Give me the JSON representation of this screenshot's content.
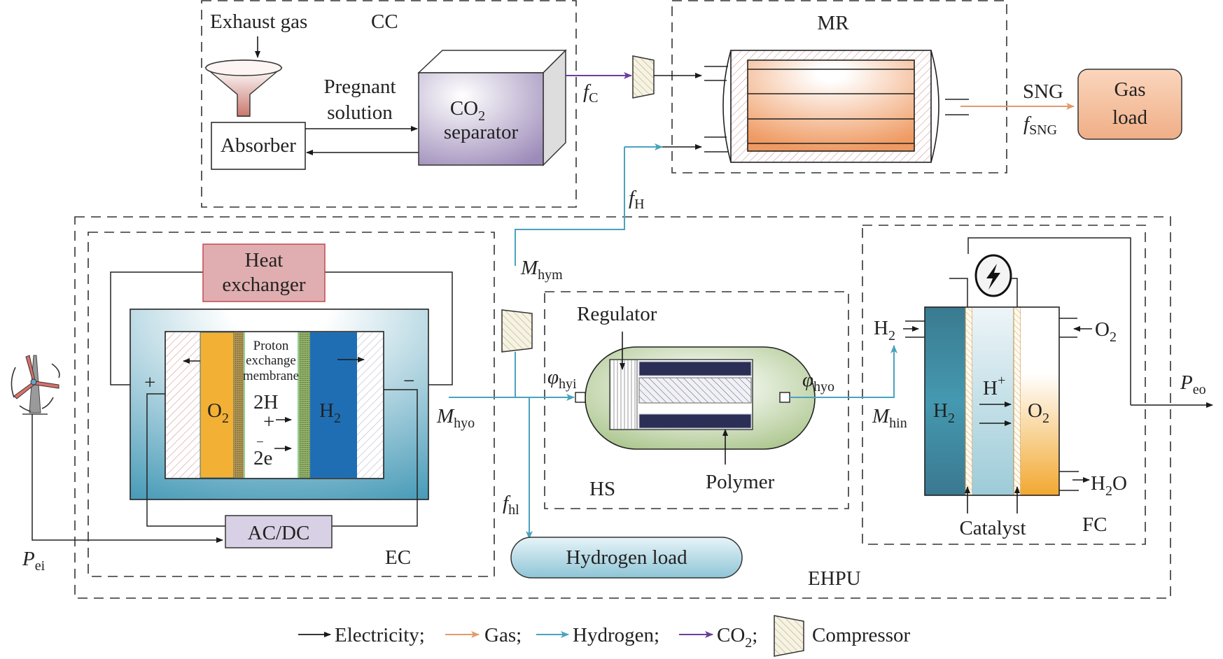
{
  "diagram": {
    "subsystems": {
      "cc": "CC",
      "mr": "MR",
      "ec": "EC",
      "hs": "HS",
      "fc": "FC",
      "ehpu": "EHPU"
    },
    "cc": {
      "exhaust_gas": "Exhaust gas",
      "pregnant_1": "Pregnant",
      "pregnant_2": "solution",
      "absorber": "Absorber",
      "sep_co": "CO",
      "sep_sub": "2",
      "sep_label": "separator"
    },
    "mr": {
      "sng": "SNG",
      "gas_load_1": "Gas",
      "gas_load_2": "load"
    },
    "ec": {
      "heat_1": "Heat",
      "heat_2": "exchanger",
      "o2": "O",
      "o2_sub": "2",
      "h2": "H",
      "h2_sub": "2",
      "pem_1": "Proton",
      "pem_2": "exchange",
      "pem_3": "membrane",
      "ion_2h": "2H",
      "ion_plus": "+",
      "ion_minus": "−",
      "ion_2e": "2e",
      "plus_terminal": "+",
      "minus_terminal": "−",
      "acdc": "AC/DC"
    },
    "hs": {
      "regulator": "Regulator",
      "polymer": "Polymer"
    },
    "fc": {
      "h2_in": "H",
      "h2_in_sub": "2",
      "o2_in": "O",
      "o2_in_sub": "2",
      "h2o_out": "H",
      "h2o_sub": "2",
      "h2o_o": "O",
      "anode": "H",
      "anode_sub": "2",
      "hplus": "H",
      "hplus_sup": "+",
      "cathode": "O",
      "cathode_sub": "2",
      "catalyst": "Catalyst"
    },
    "hydrogen_load": "Hydrogen load",
    "variables": {
      "f_c": {
        "main": "f",
        "sub": "C"
      },
      "f_sng": {
        "main": "f",
        "sub": "SNG"
      },
      "f_h": {
        "main": "f",
        "sub": "H"
      },
      "m_hym": {
        "main": "M",
        "sub": "hym"
      },
      "m_hyo": {
        "main": "M",
        "sub": "hyo"
      },
      "phi_hyi": {
        "main": "φ",
        "sub": "hyi"
      },
      "phi_hyo": {
        "main": "φ",
        "sub": "hyo"
      },
      "m_hin": {
        "main": "M",
        "sub": "hin"
      },
      "f_hl": {
        "main": "f",
        "sub": "hl"
      },
      "p_ei": {
        "main": "P",
        "sub": "ei"
      },
      "p_eo": {
        "main": "P",
        "sub": "eo"
      }
    },
    "legend": {
      "electricity": "Electricity;",
      "gas": "Gas;",
      "hydrogen": "Hydrogen;",
      "co2": "CO",
      "co2_sub": "2",
      "co2_sep": ";",
      "compressor": "Compressor"
    },
    "colors": {
      "electricity": "#1a1a1a",
      "gas": "#e39a6a",
      "hydrogen": "#4aa3bd",
      "co2": "#6a3f9a"
    }
  }
}
